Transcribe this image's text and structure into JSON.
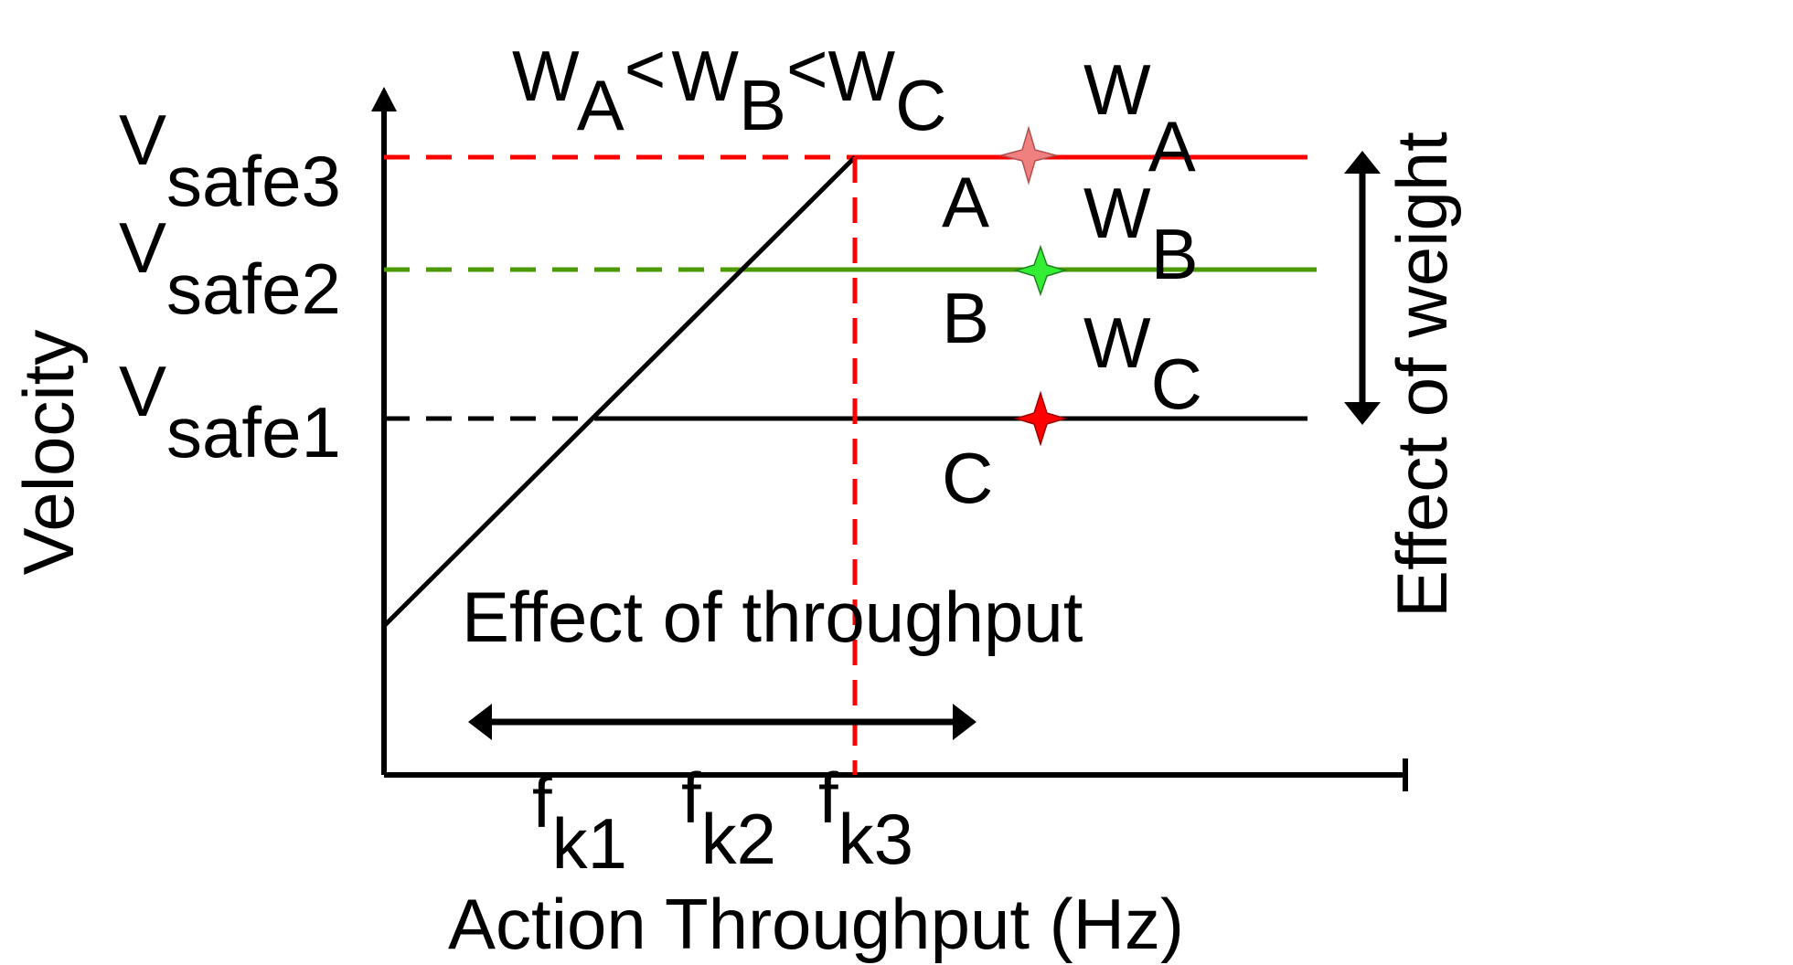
{
  "diagram": {
    "y_axis_label": "Velocity",
    "x_axis_label": "Action Throughput (Hz)",
    "weight_order": [
      {
        "base": "W",
        "sub": "A",
        "sep": "<"
      },
      {
        "base": "W",
        "sub": "B",
        "sep": "<"
      },
      {
        "base": "W",
        "sub": "C",
        "sep": ""
      }
    ],
    "velocity_levels": [
      {
        "base": "V",
        "sub": "safe3",
        "color": "#ff0000"
      },
      {
        "base": "V",
        "sub": "safe2",
        "color": "#4a9a00"
      },
      {
        "base": "V",
        "sub": "safe1",
        "color": "#000000"
      }
    ],
    "frequencies": [
      {
        "base": "f",
        "sub": "k1"
      },
      {
        "base": "f",
        "sub": "k2"
      },
      {
        "base": "f",
        "sub": "k3"
      }
    ],
    "points": [
      {
        "label": "A",
        "star_color": "#f08080"
      },
      {
        "label": "B",
        "star_color": "#33ee33"
      },
      {
        "label": "C",
        "star_color": "#ff0000"
      }
    ],
    "weight_labels": [
      {
        "base": "W",
        "sub": "A"
      },
      {
        "base": "W",
        "sub": "B"
      },
      {
        "base": "W",
        "sub": "C"
      }
    ],
    "throughput_effect_label": "Effect of throughput",
    "weight_effect_label": "Effect of weight",
    "cutoff_line_color": "#ff0000"
  }
}
